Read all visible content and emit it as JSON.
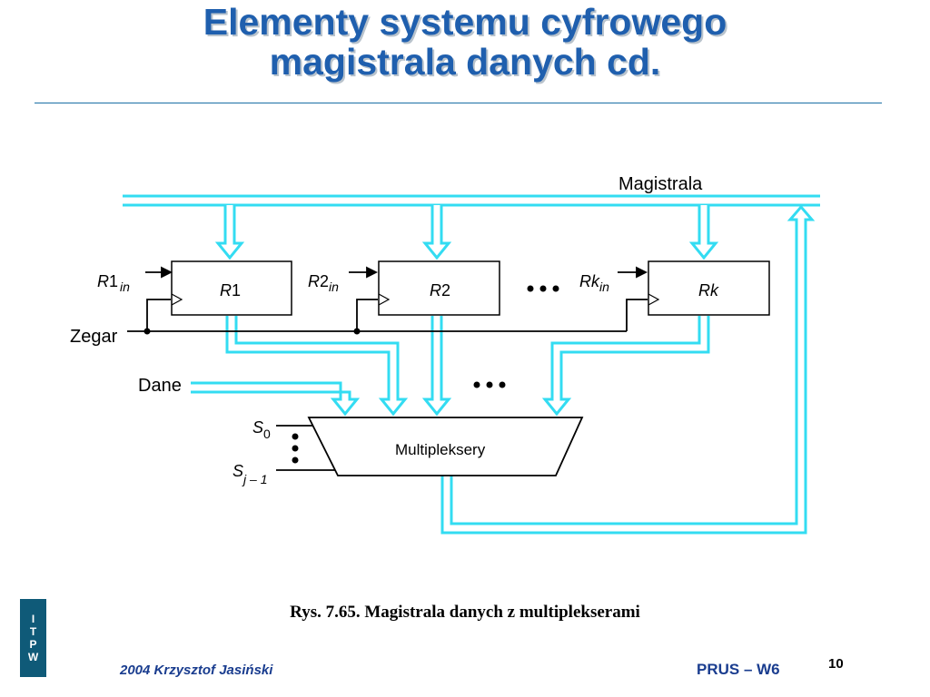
{
  "slide": {
    "title_line1": "Elementy systemu cyfrowego",
    "title_line2": "magistrala danych cd.",
    "caption": "Rys. 7.65.  Magistrala danych z multiplekserami",
    "footer_left": "2004 Krzysztof Jasiński",
    "footer_right": "PRUS – W6",
    "page_number": "10",
    "badge_letters": [
      "I",
      "T",
      "P",
      "W"
    ]
  },
  "diagram": {
    "bus_label": "Magistrala",
    "clock_label": "Zegar",
    "data_label": "Dane",
    "mux_label": "Multipleksery",
    "registers": [
      {
        "name": "R",
        "index": "1",
        "enable_name": "R",
        "enable_index": "1",
        "enable_sub": "in"
      },
      {
        "name": "R",
        "index": "2",
        "enable_name": "R",
        "enable_index": "2",
        "enable_sub": "in"
      },
      {
        "name": "Rk",
        "index": "",
        "enable_name": "Rk",
        "enable_index": "",
        "enable_sub": "in"
      }
    ],
    "select_inputs": [
      {
        "name": "S",
        "sub": "0"
      },
      {
        "name": "S",
        "sub": "j – 1"
      }
    ],
    "ellipsis": "..."
  },
  "colors": {
    "title": "#1f5fae",
    "bus": "#33dcf2",
    "footer_text": "#1a3d8f",
    "badge": "#0f5a78"
  }
}
